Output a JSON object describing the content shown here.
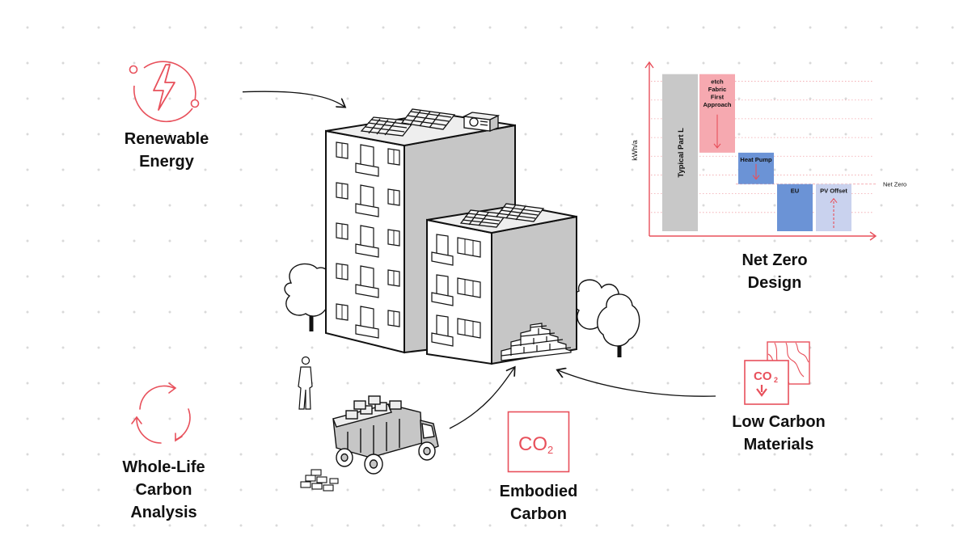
{
  "labels": {
    "renewable": [
      "Renewable",
      "Energy"
    ],
    "net_zero": [
      "Net Zero",
      "Design"
    ],
    "whole_life": [
      "Whole-Life",
      "Carbon",
      "Analysis"
    ],
    "embodied": [
      "Embodied",
      "Carbon"
    ],
    "low_carbon": [
      "Low Carbon",
      "Materials"
    ]
  },
  "co2_glyph": {
    "main": "CO",
    "sub": "2"
  },
  "colors": {
    "accent": "#e8505b",
    "bar_grey": "#c8c8c8",
    "fabric_pink": "#f6a9b0",
    "blue": "#6b93d6",
    "pale_blue": "#c9d2ee",
    "building_grey": "#c6c6c6"
  },
  "chart_data": {
    "type": "bar",
    "ylabel": "kWh/a",
    "xlabel": "",
    "net_zero_label": "Net Zero",
    "bars": [
      {
        "label": "Typical Part L",
        "start": 0,
        "end": 10,
        "color": "#c8c8c8",
        "arrow": "none"
      },
      {
        "label": "etch Fabric First Approach",
        "label_lines": [
          "etch",
          "Fabric",
          "First",
          "Approach"
        ],
        "start": 10,
        "end": 5,
        "color": "#f6a9b0",
        "arrow": "down"
      },
      {
        "label": "Heat Pump",
        "start": 5,
        "end": 3,
        "color": "#6b93d6",
        "arrow": "down"
      },
      {
        "label": "EU",
        "start": 3,
        "end": 0,
        "color": "#6b93d6",
        "arrow": "none"
      },
      {
        "label": "PV Offset",
        "start": 0,
        "end": 3,
        "color": "#c9d2ee",
        "arrow": "up-dashed"
      }
    ],
    "net_zero_value": 3,
    "ylim": [
      0,
      10.5
    ]
  }
}
